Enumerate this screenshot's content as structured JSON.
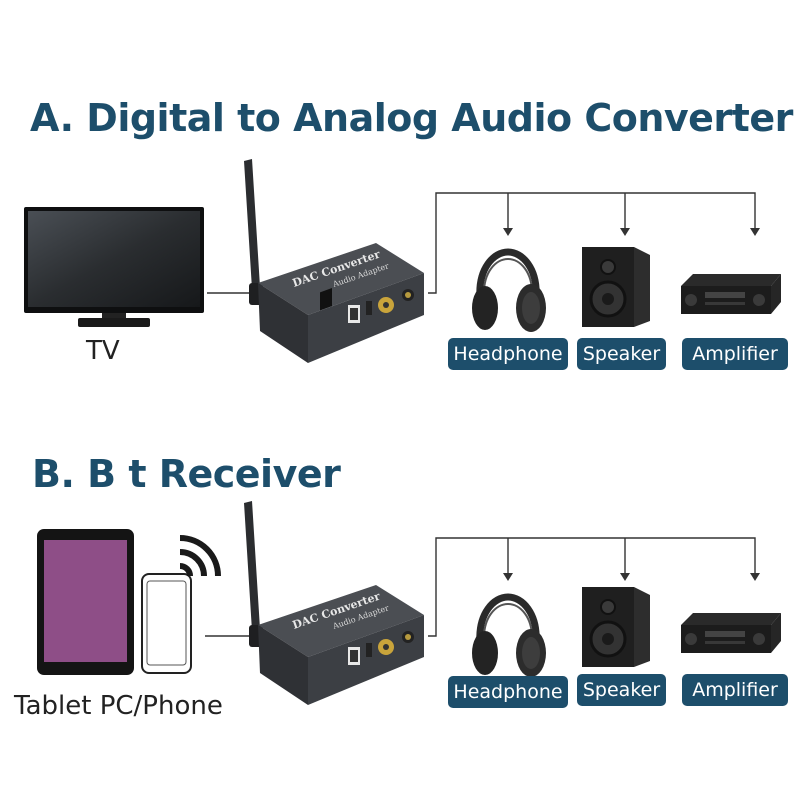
{
  "sections": [
    {
      "title": "A. Digital to Analog Audio Converter",
      "source_label": "TV",
      "device_text": [
        "DAC Converter",
        "Audio Adapter"
      ],
      "outputs": [
        "Headphone",
        "Speaker",
        "Amplifier"
      ]
    },
    {
      "title": "B. B t   Receiver",
      "source_label": "Tablet PC/Phone",
      "device_text": [
        "DAC Converter",
        "Audio Adapter"
      ],
      "outputs": [
        "Headphone",
        "Speaker",
        "Amplifier"
      ]
    }
  ],
  "colors": {
    "title": "#1d4e6b",
    "badge": "#1d4e6b",
    "tablet_screen": "#8e4e87",
    "tv_screen": "#2a2d30"
  },
  "icons": [
    "tv-icon",
    "tablet-icon",
    "phone-icon",
    "wifi-icon",
    "dac-device-icon",
    "headphone-icon",
    "speaker-icon",
    "amplifier-icon"
  ]
}
